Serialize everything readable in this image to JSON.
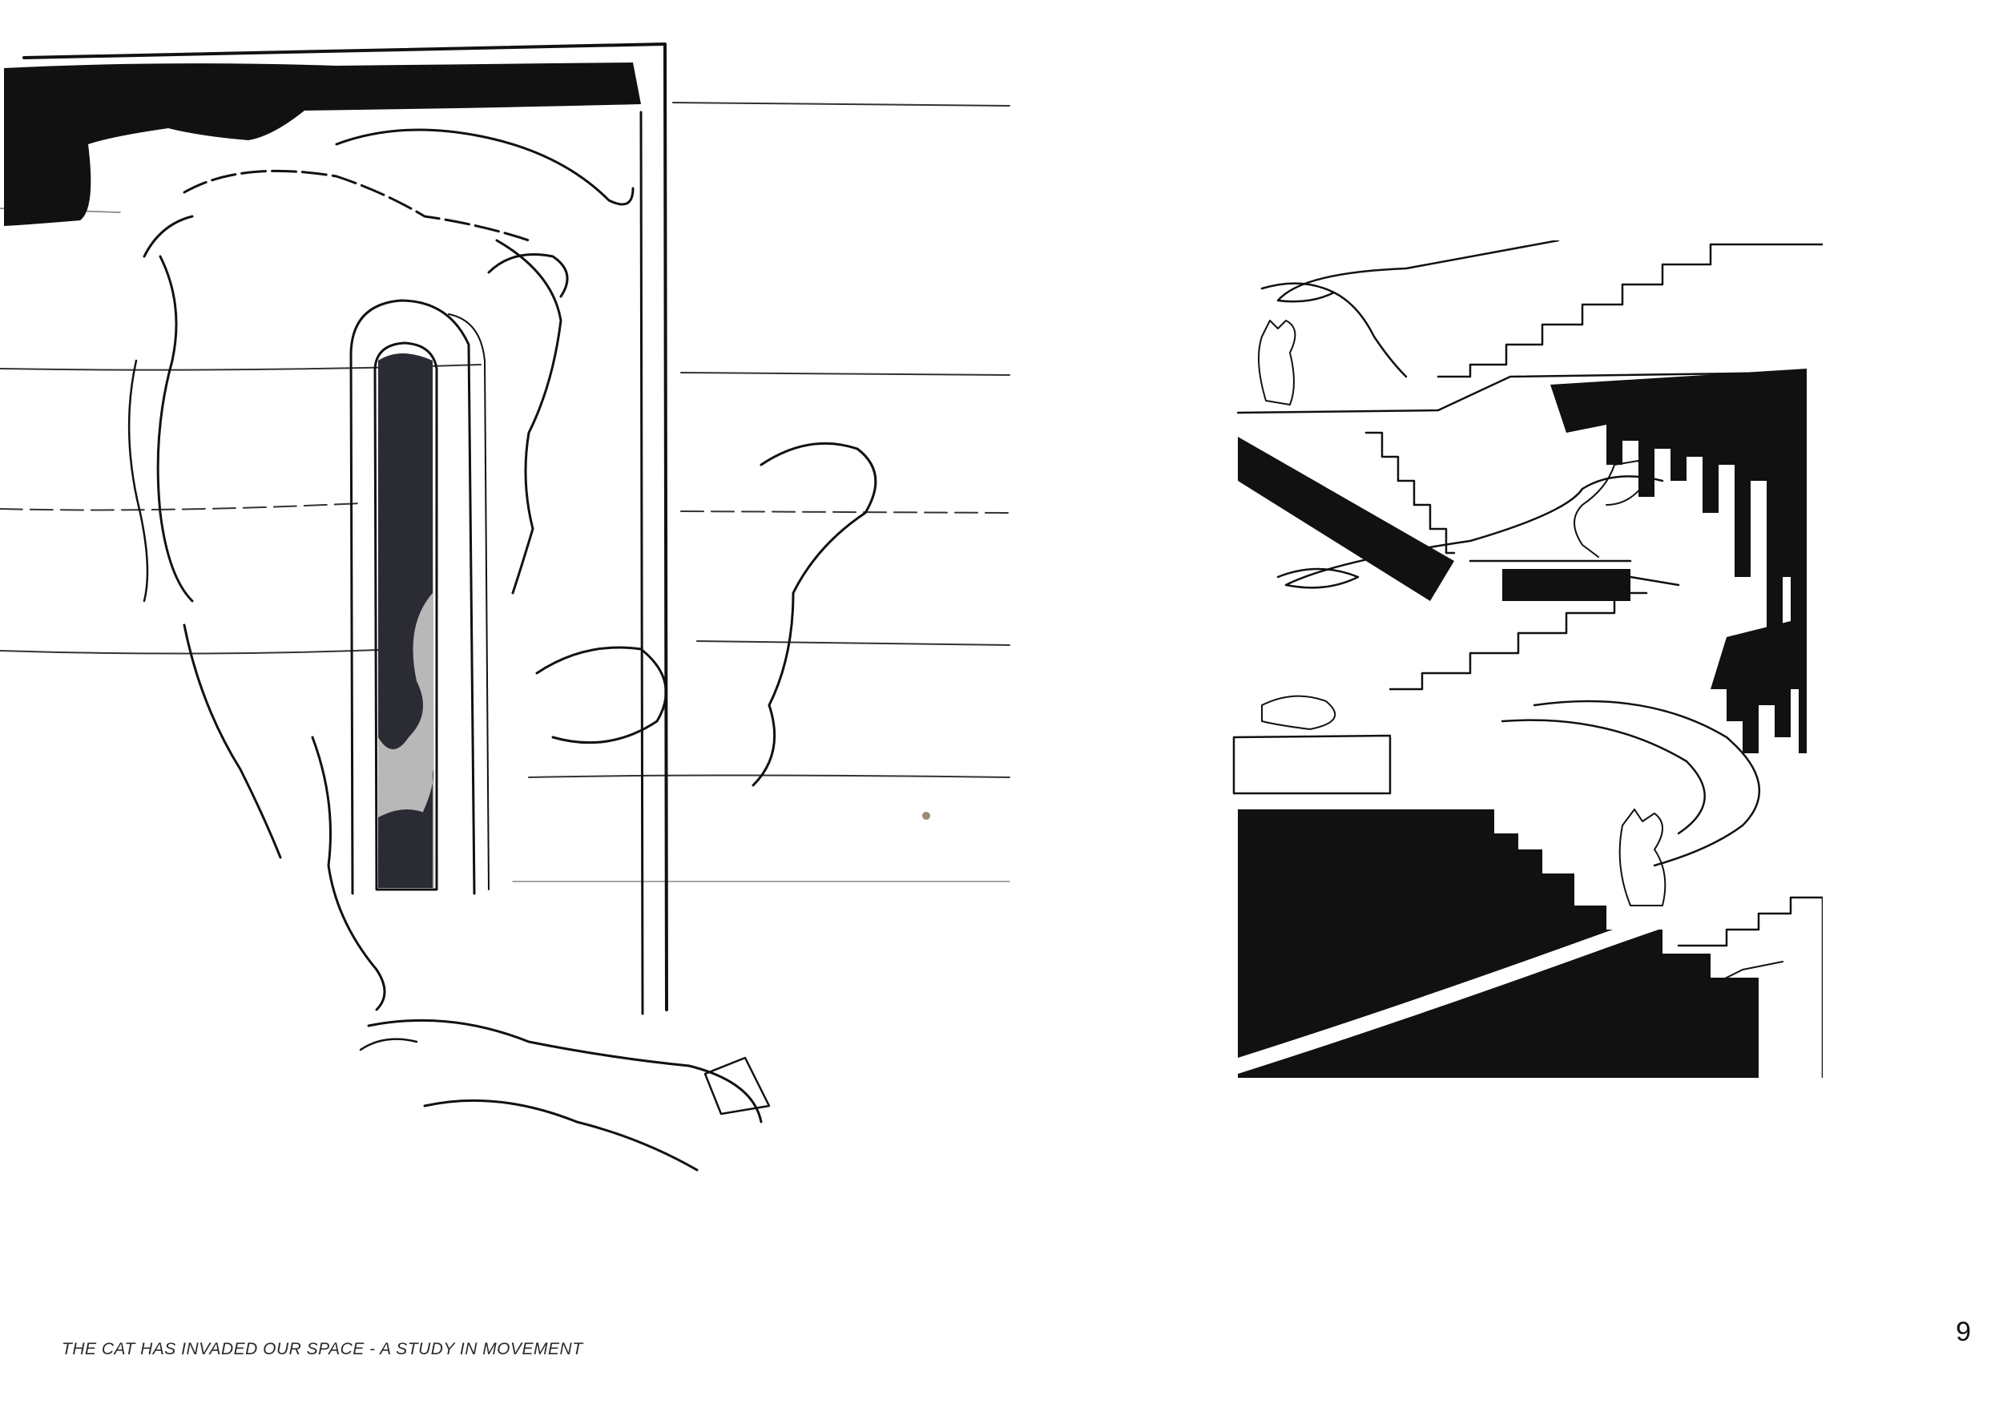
{
  "page": {
    "caption": "THE CAT HAS INVADED OUR SPACE - A STUDY IN MOVEMENT",
    "page_number": "9"
  },
  "artwork": {
    "left_drawing_icon": "cat-door-ink-drawing",
    "right_drawing_icon": "cat-staircase-ink-drawing",
    "ink_color": "#111111",
    "paper_color": "#ffffff",
    "wash_color": "#b8b8b8"
  }
}
